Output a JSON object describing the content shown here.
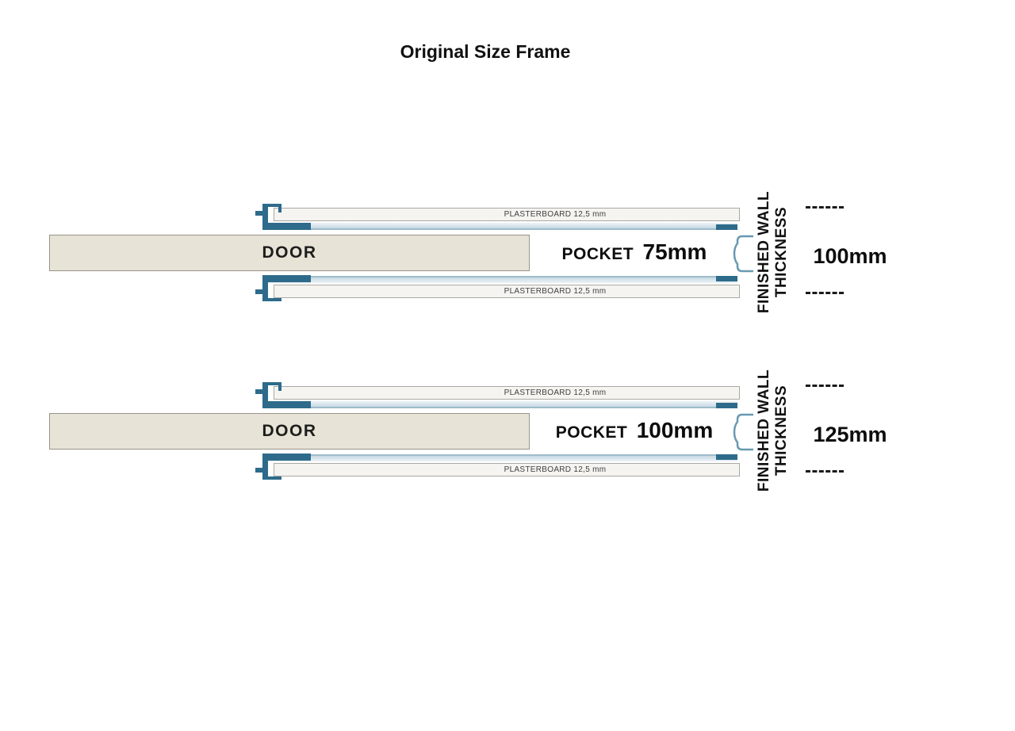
{
  "title": "Original Size Frame",
  "colors": {
    "frame_dark": "#2e6b8b",
    "frame_light": "#c6d9e4",
    "plasterboard_fill": "#f5f4f0",
    "door_fill": "#e7e3d6"
  },
  "diagrams": [
    {
      "plasterboard_top_label": "PLASTERBOARD 12,5 mm",
      "plasterboard_bottom_label": "PLASTERBOARD 12,5 mm",
      "door_label": "DOOR",
      "pocket_label": "POCKET",
      "pocket_size": "75mm",
      "wall_label_line1": "FINISHED WALL",
      "wall_label_line2": "THICKNESS",
      "wall_thickness": "100mm"
    },
    {
      "plasterboard_top_label": "PLASTERBOARD 12,5 mm",
      "plasterboard_bottom_label": "PLASTERBOARD 12,5 mm",
      "door_label": "DOOR",
      "pocket_label": "POCKET",
      "pocket_size": "100mm",
      "wall_label_line1": "FINISHED WALL",
      "wall_label_line2": "THICKNESS",
      "wall_thickness": "125mm"
    }
  ]
}
